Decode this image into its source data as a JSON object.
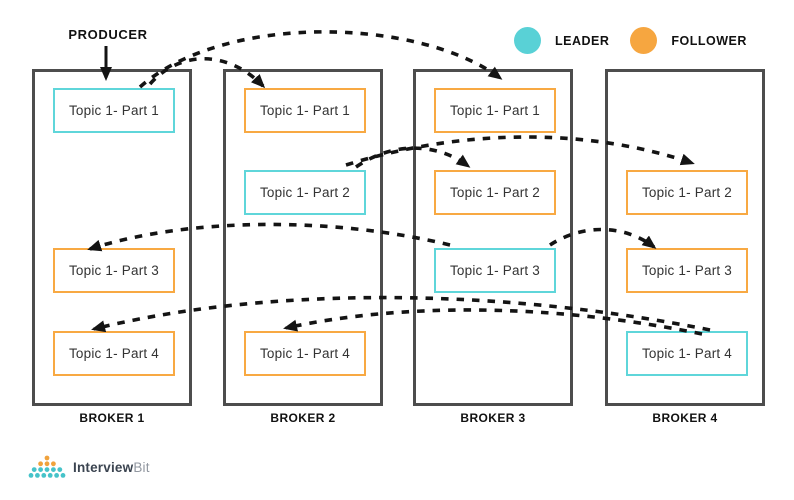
{
  "producer": {
    "label": "PRODUCER"
  },
  "legend": {
    "items": [
      {
        "label": "LEADER",
        "role": "leader",
        "color": "#59D1D6"
      },
      {
        "label": "FOLLOWER",
        "role": "follower",
        "color": "#F6A640"
      }
    ]
  },
  "colors": {
    "leader_fill": "#59D1D6",
    "follower_fill": "#F6A640",
    "leader_border": "#5FD6DA",
    "follower_border": "#F8A943",
    "broker_border": "#4D4D4D",
    "arrow": "#141414"
  },
  "brokers": [
    {
      "label": "BROKER 1",
      "partitions": [
        {
          "label": "Topic 1- Part 1",
          "part": 1,
          "role": "leader"
        },
        {
          "label": "Topic 1- Part 3",
          "part": 3,
          "role": "follower"
        },
        {
          "label": "Topic 1- Part 4",
          "part": 4,
          "role": "follower"
        }
      ]
    },
    {
      "label": "BROKER 2",
      "partitions": [
        {
          "label": "Topic 1- Part 1",
          "part": 1,
          "role": "follower"
        },
        {
          "label": "Topic 1- Part 2",
          "part": 2,
          "role": "leader"
        },
        {
          "label": "Topic 1- Part 4",
          "part": 4,
          "role": "follower"
        }
      ]
    },
    {
      "label": "BROKER 3",
      "partitions": [
        {
          "label": "Topic 1- Part 1",
          "part": 1,
          "role": "follower"
        },
        {
          "label": "Topic 1- Part 2",
          "part": 2,
          "role": "follower"
        },
        {
          "label": "Topic 1- Part 3",
          "part": 3,
          "role": "leader"
        }
      ]
    },
    {
      "label": "BROKER 4",
      "partitions": [
        {
          "label": "Topic 1- Part 2",
          "part": 2,
          "role": "follower"
        },
        {
          "label": "Topic 1- Part 3",
          "part": 3,
          "role": "follower"
        },
        {
          "label": "Topic 1- Part 4",
          "part": 4,
          "role": "leader"
        }
      ]
    }
  ],
  "replication_arrows": [
    {
      "part": 1,
      "from_broker": 1,
      "to_broker": 2
    },
    {
      "part": 1,
      "from_broker": 1,
      "to_broker": 3
    },
    {
      "part": 2,
      "from_broker": 2,
      "to_broker": 3
    },
    {
      "part": 2,
      "from_broker": 2,
      "to_broker": 4
    },
    {
      "part": 3,
      "from_broker": 3,
      "to_broker": 1
    },
    {
      "part": 3,
      "from_broker": 3,
      "to_broker": 4
    },
    {
      "part": 4,
      "from_broker": 4,
      "to_broker": 1
    },
    {
      "part": 4,
      "from_broker": 4,
      "to_broker": 2
    }
  ],
  "logo": {
    "text_primary": "Interview",
    "text_secondary": "Bit"
  }
}
